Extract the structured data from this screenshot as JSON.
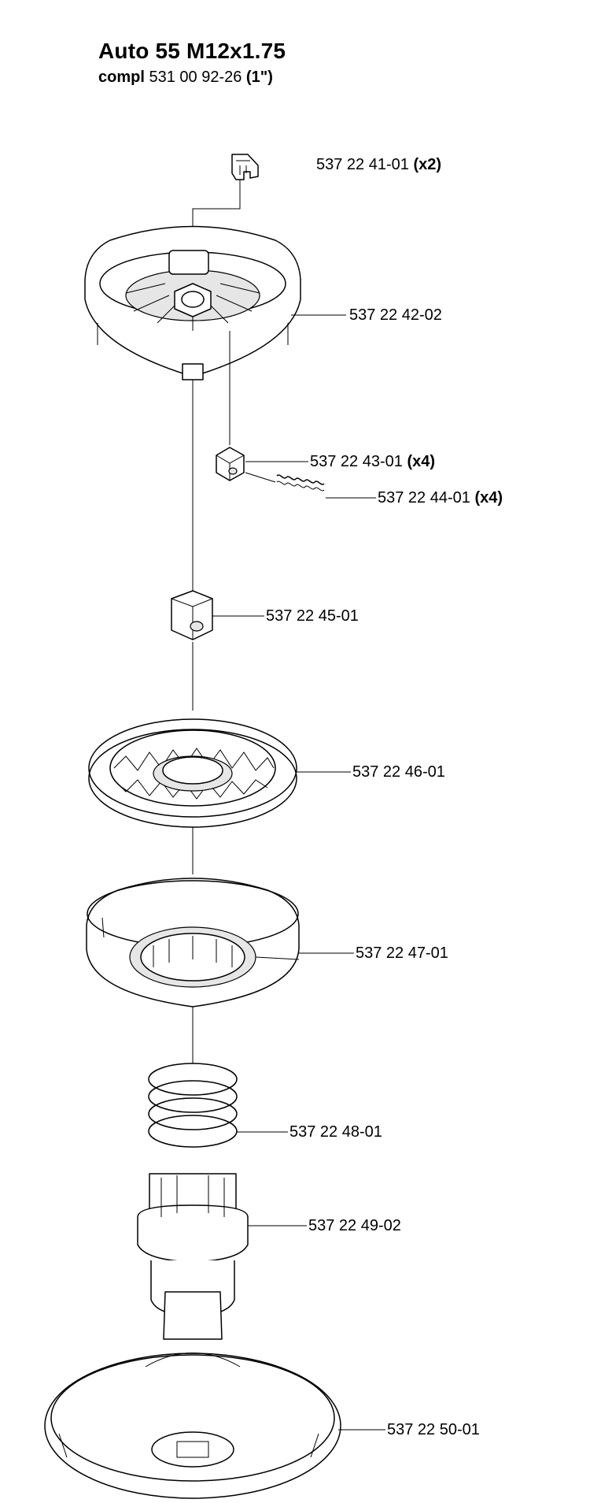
{
  "header": {
    "title": "Auto 55 M12x1.75",
    "subtitle_bold": "compl",
    "subtitle_number": "531 00 92-26",
    "subtitle_size": "(1\")"
  },
  "parts": [
    {
      "number": "537 22 41-01",
      "qty": "(x2)"
    },
    {
      "number": "537 22 42-02",
      "qty": ""
    },
    {
      "number": "537 22 43-01",
      "qty": "(x4)"
    },
    {
      "number": "537 22 44-01",
      "qty": "(x4)"
    },
    {
      "number": "537 22 45-01",
      "qty": ""
    },
    {
      "number": "537 22 46-01",
      "qty": ""
    },
    {
      "number": "537 22 47-01",
      "qty": ""
    },
    {
      "number": "537 22 48-01",
      "qty": ""
    },
    {
      "number": "537 22 49-02",
      "qty": ""
    },
    {
      "number": "537 22 50-01",
      "qty": ""
    }
  ]
}
